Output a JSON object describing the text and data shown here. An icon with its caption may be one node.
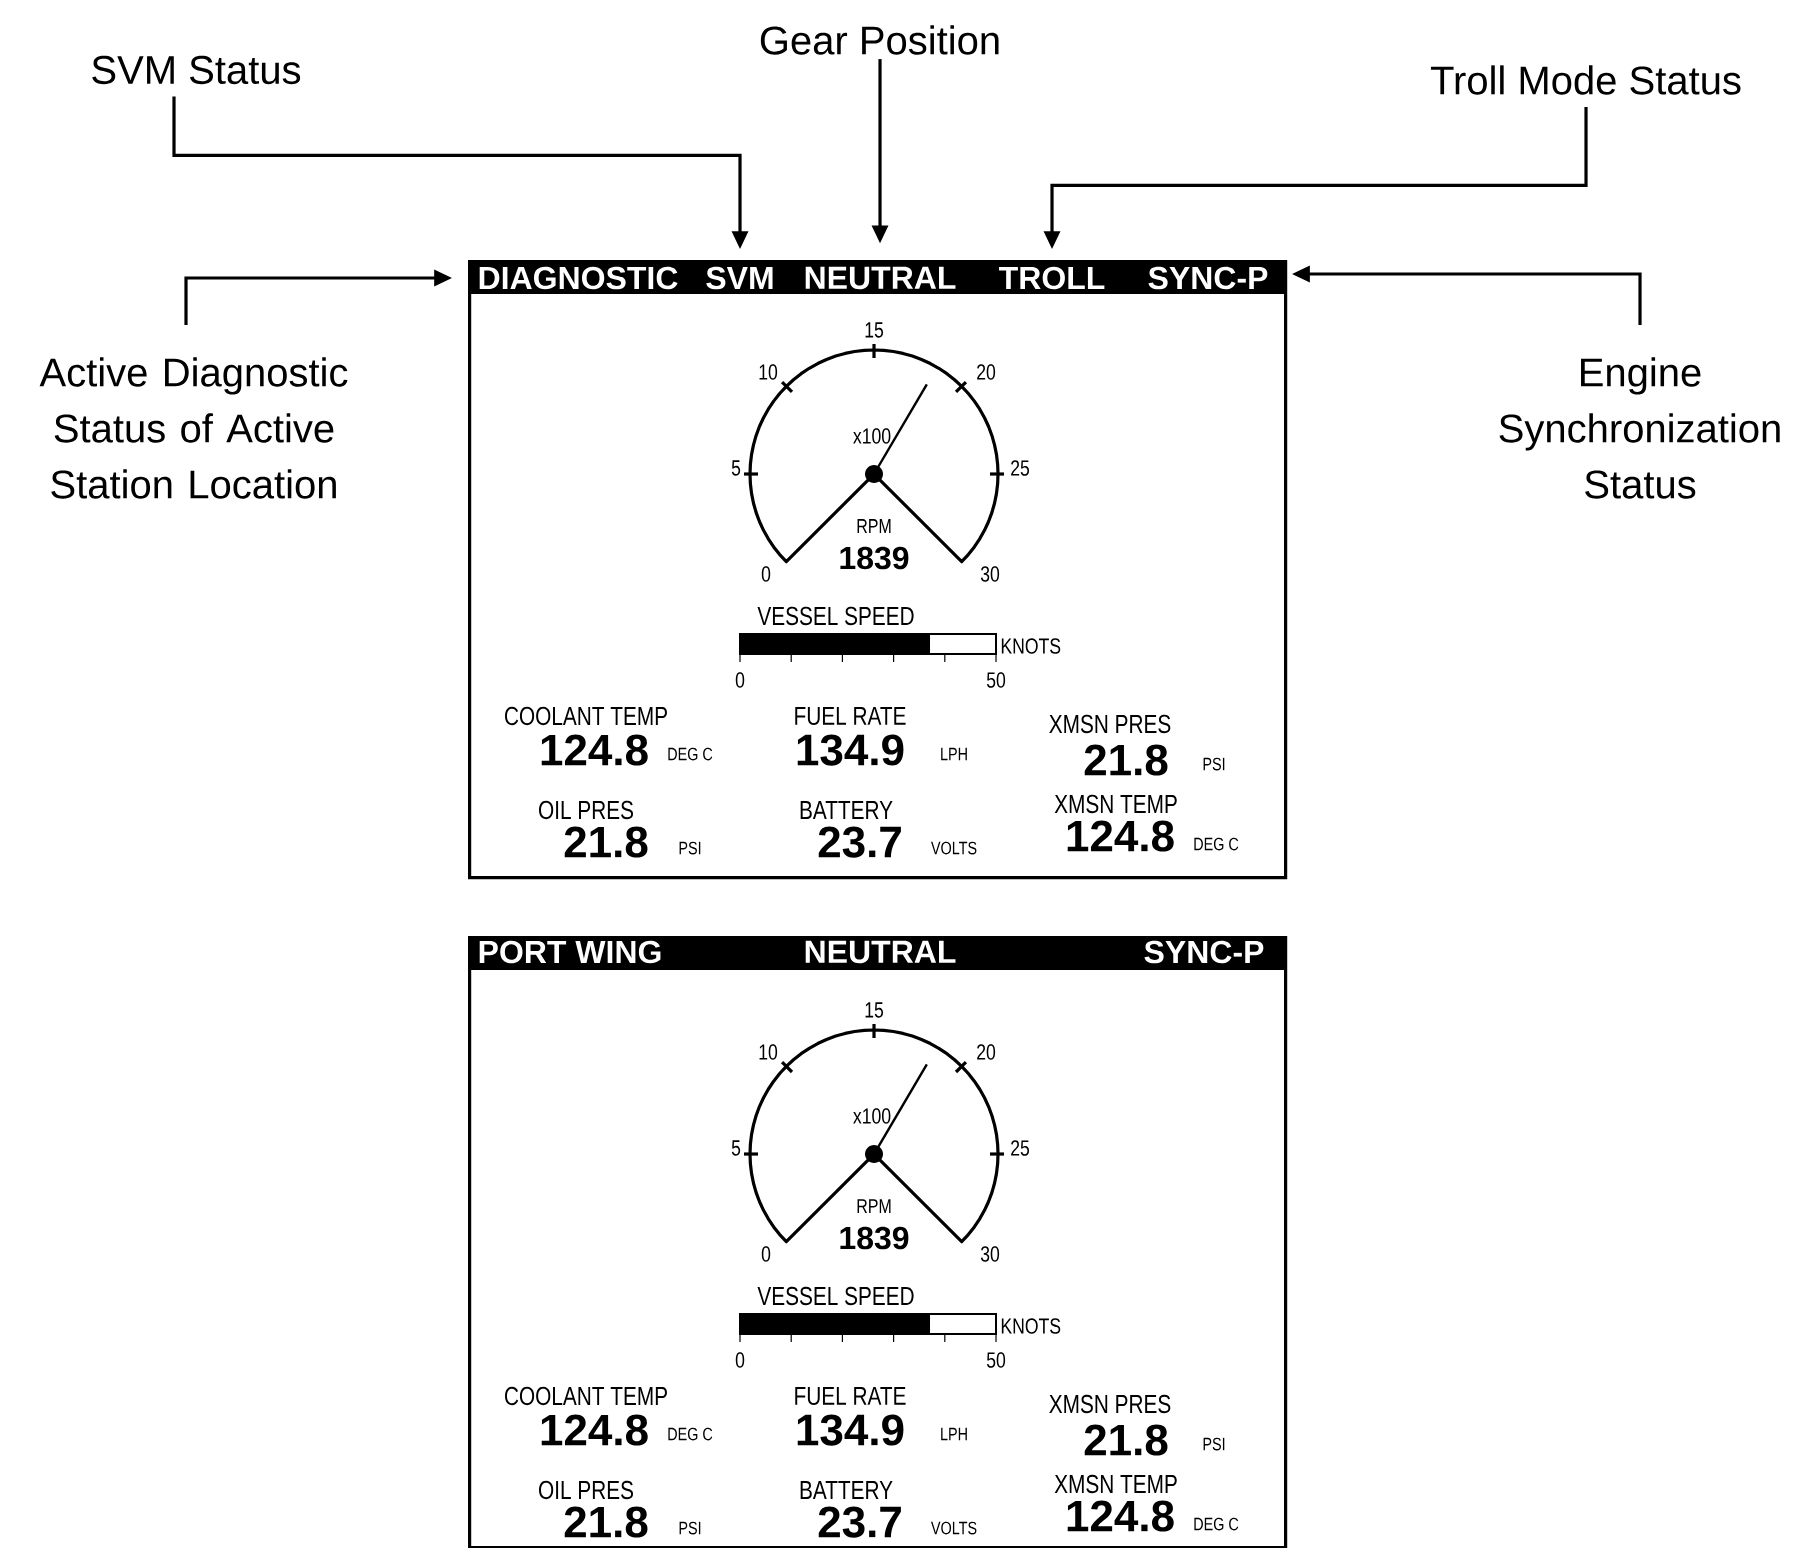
{
  "diagram": {
    "nodes": [
      {
        "text": [
          "SVM Status"
        ]
      },
      {
        "text": [
          "Gear Position"
        ]
      },
      {
        "text": [
          "Troll Mode Status"
        ]
      },
      {
        "text": [
          "Active Diagnostic Status of Active Station Location"
        ]
      },
      {
        "text": [
          "Engine Synchronization Status"
        ]
      },
      {
        "text": [],
        "shape": "box"
      },
      {
        "text": [
          "DIAGNOSTIC"
        ],
        "in": 5
      },
      {
        "text": [
          "SVM"
        ],
        "in": 5
      },
      {
        "text": [
          "NEUTRAL"
        ],
        "in": 5
      },
      {
        "text": [
          "TROLL"
        ],
        "in": 5
      },
      {
        "text": [
          "SYNC-P"
        ],
        "in": 5
      },
      {
        "text": [],
        "shape": "box"
      }
    ],
    "edges": [
      {
        "from": 0,
        "to": 7,
        "arrow": "to"
      },
      {
        "from": 1,
        "to": 8,
        "arrow": "to"
      },
      {
        "from": 2,
        "to": 9,
        "arrow": "to"
      },
      {
        "from": 3,
        "to": 6,
        "arrow": "to"
      },
      {
        "from": 4,
        "to": 10,
        "arrow": "to"
      }
    ],
    "labels": [
      "15",
      "10",
      "20",
      "x100",
      "5",
      "25",
      "RPM",
      "1839",
      "0",
      "30",
      "VESSEL SPEED",
      "KNOTS",
      "0",
      "50",
      "COOLANT TEMP",
      "124.8",
      "DEG C",
      "FUEL RATE",
      "134.9",
      "LPH",
      "XMSN PRES",
      "21.8",
      "PSI",
      "OIL PRES",
      "21.8",
      "PSI",
      "BATTERY",
      "23.7",
      "VOLTS",
      "XMSN TEMP",
      "124.8",
      "DEG C",
      "PORT WING",
      "NEUTRAL",
      "SYNC-P",
      "15",
      "10",
      "20",
      "x100",
      "5",
      "25",
      "RPM",
      "1839",
      "0",
      "30",
      "VESSEL SPEED",
      "KNOTS",
      "0",
      "50",
      "COOLANT TEMP",
      "124.8",
      "DEG C",
      "FUEL RATE",
      "134.9",
      "LPH",
      "XMSN PRES",
      "21.8",
      "PSI",
      "OIL PRES",
      "21.8",
      "PSI",
      "BATTERY",
      "23.7",
      "VOLTS",
      "XMSN TEMP",
      "124.8",
      "DEG C"
    ]
  }
}
